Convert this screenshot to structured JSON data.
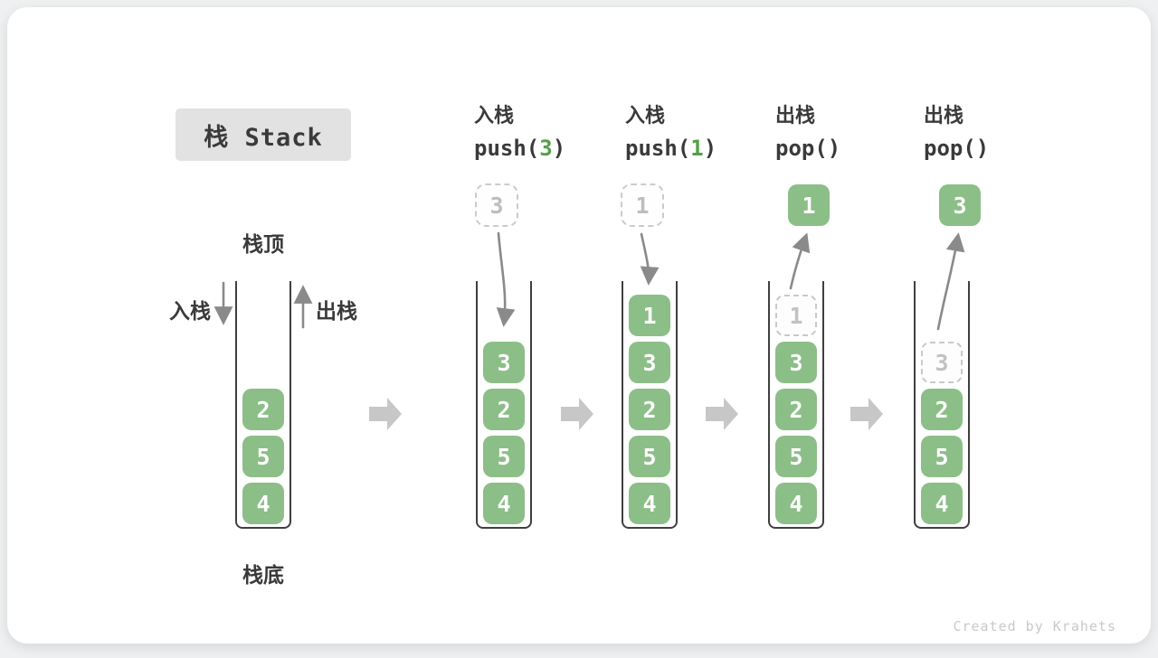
{
  "title": "栈 Stack",
  "side_labels": {
    "top": "栈顶",
    "bottom": "栈底",
    "push": "入栈",
    "pop": "出栈"
  },
  "columns": [
    {
      "label": "入栈",
      "fn": "push(",
      "arg": "3",
      "close": ")"
    },
    {
      "label": "入栈",
      "fn": "push(",
      "arg": "1",
      "close": ")"
    },
    {
      "label": "出栈",
      "fn": "pop(",
      "arg": "",
      "close": ")"
    },
    {
      "label": "出栈",
      "fn": "pop(",
      "arg": "",
      "close": ")"
    }
  ],
  "stacks": [
    {
      "blocks": [
        {
          "value": "2"
        },
        {
          "value": "5"
        },
        {
          "value": "4"
        }
      ]
    },
    {
      "source": {
        "value": "3"
      },
      "blocks": [
        {
          "value": "3"
        },
        {
          "value": "2"
        },
        {
          "value": "5"
        },
        {
          "value": "4"
        }
      ]
    },
    {
      "source": {
        "value": "1"
      },
      "blocks": [
        {
          "value": "1"
        },
        {
          "value": "3"
        },
        {
          "value": "2"
        },
        {
          "value": "5"
        },
        {
          "value": "4"
        }
      ]
    },
    {
      "popped": {
        "value": "1"
      },
      "ghost": {
        "value": "1"
      },
      "blocks": [
        {
          "value": "3"
        },
        {
          "value": "2"
        },
        {
          "value": "5"
        },
        {
          "value": "4"
        }
      ]
    },
    {
      "popped": {
        "value": "3"
      },
      "ghost": {
        "value": "3"
      },
      "blocks": [
        {
          "value": "2"
        },
        {
          "value": "5"
        },
        {
          "value": "4"
        }
      ]
    }
  ],
  "watermark": "Created by Krahets",
  "colors": {
    "block_green": "#8CBE88",
    "arg_green": "#53A047",
    "arrow_gray": "#8A8A8A",
    "step_arrow_gray": "#C7C7C7",
    "title_bg": "#E2E2E2",
    "text_dark": "#3A3A3A",
    "ghost_border": "#C9C9C9",
    "ghost_text": "#C2C2C2"
  }
}
